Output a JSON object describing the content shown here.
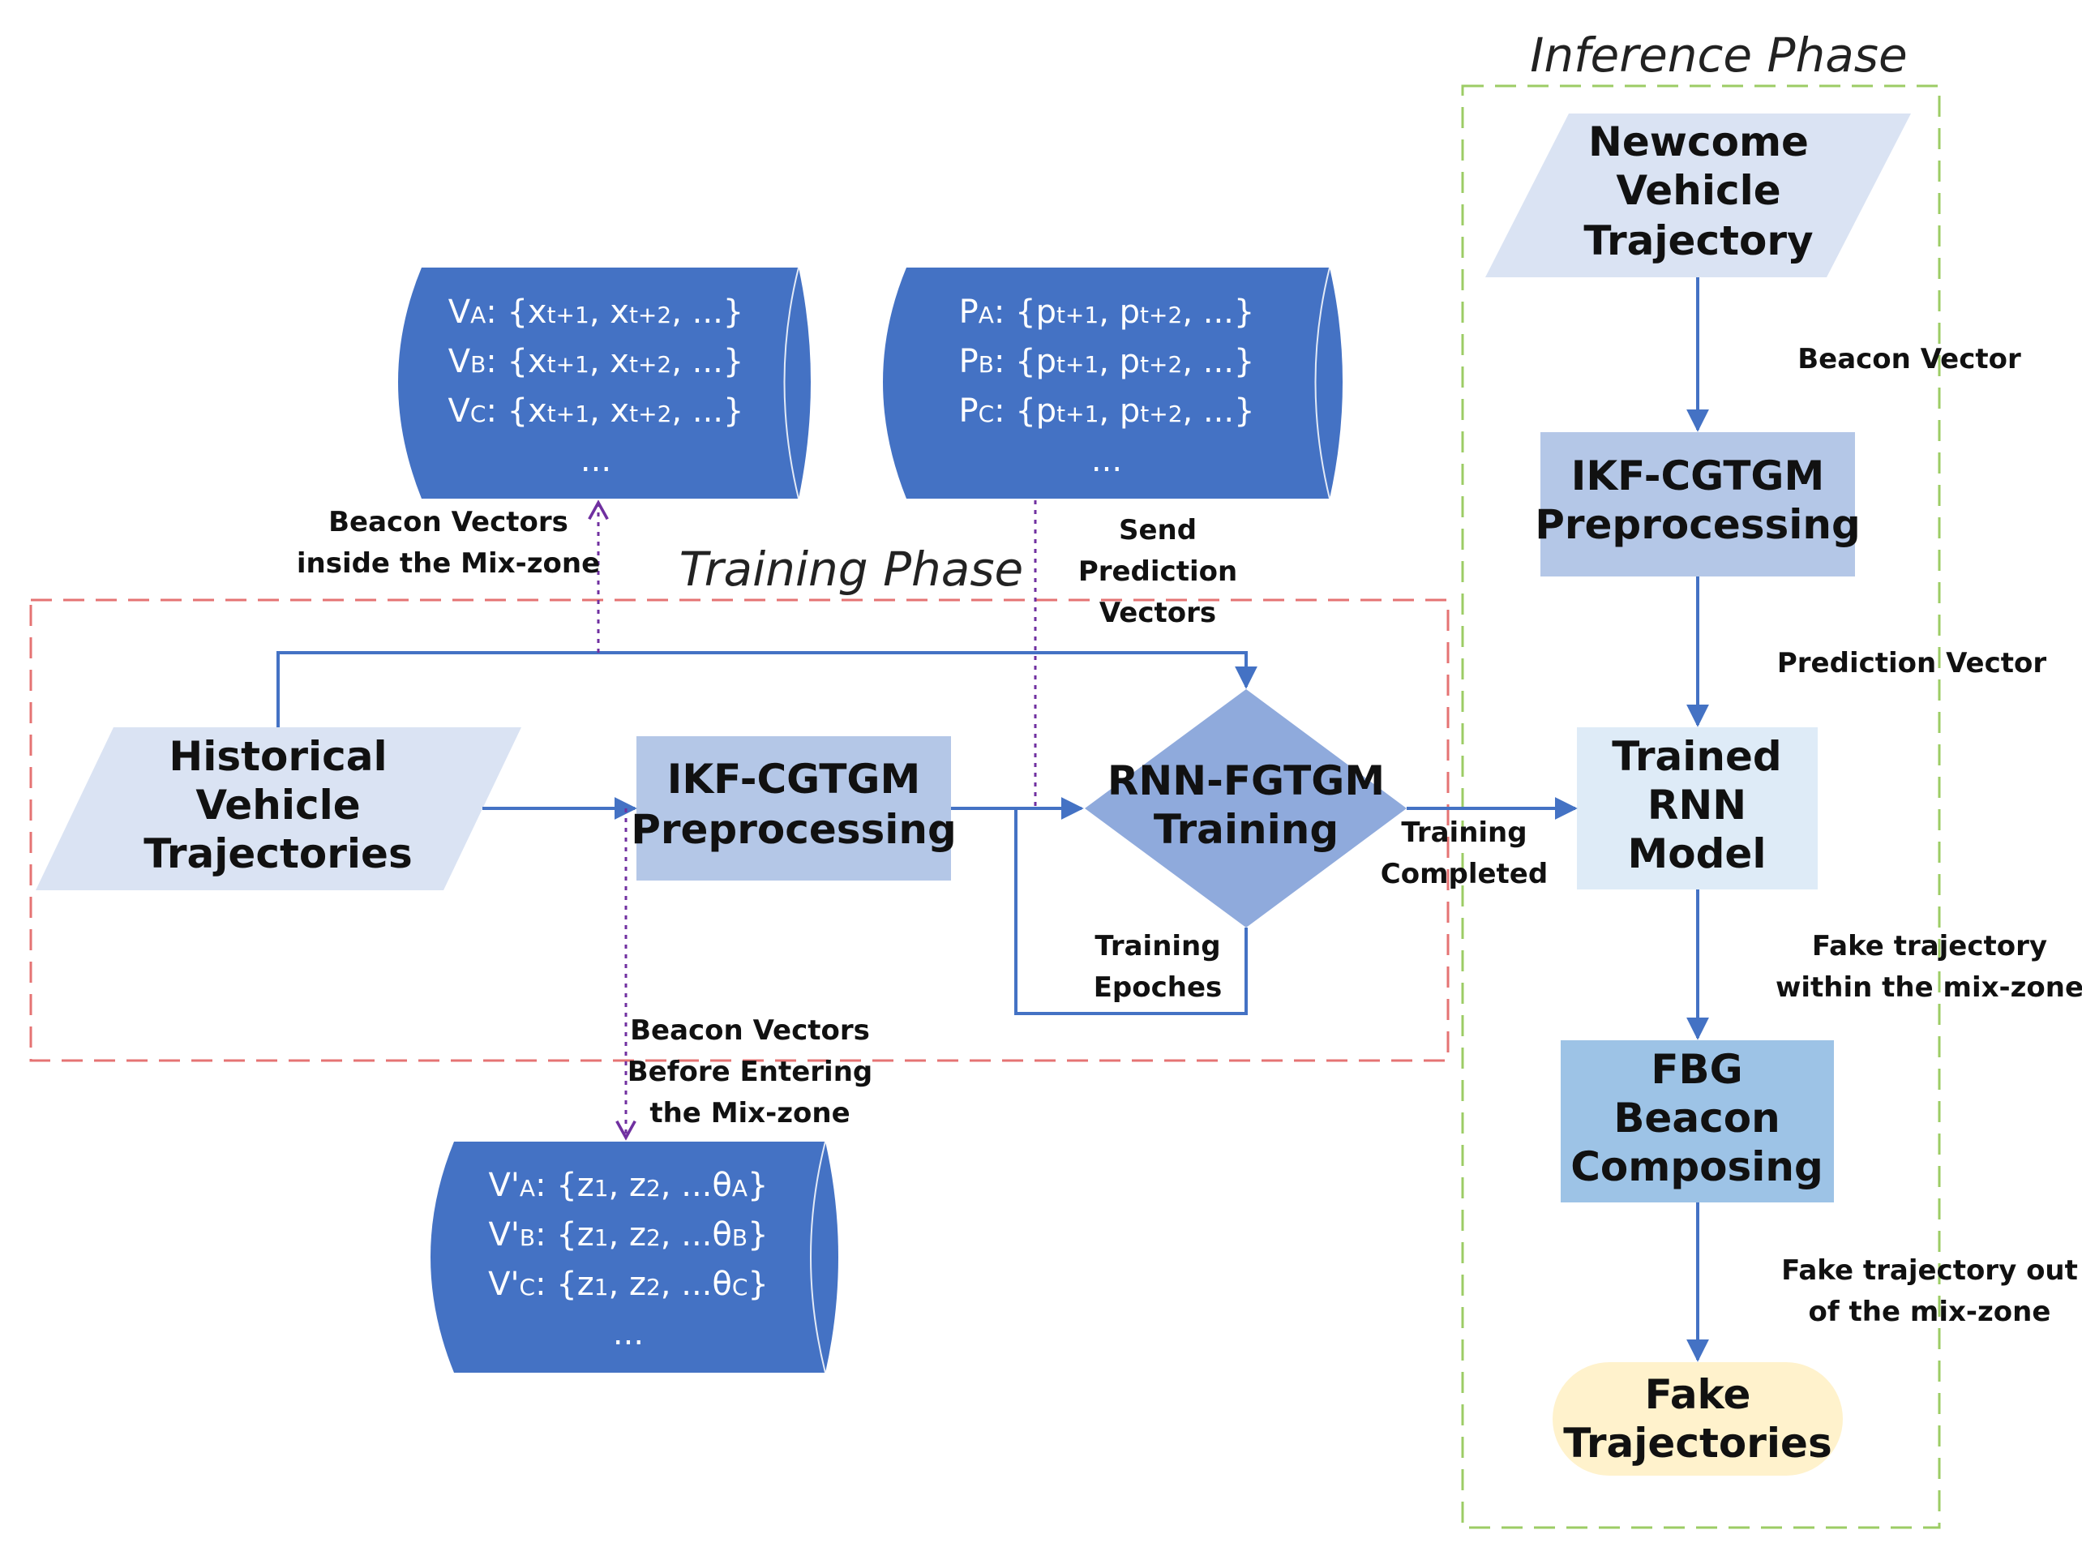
{
  "colors": {
    "primary_blue": "#4472c4",
    "light_shape": "#dae3f3",
    "preprocess_box": "#b4c7e7",
    "trained_box": "#deebf7",
    "fbg_box": "#9dc3e6",
    "diamond": "#8faadc",
    "fake_terminal": "#fff2cc",
    "training_border": "#e57373",
    "inference_border": "#9ccc65",
    "dotted_arrow": "#7030a0"
  },
  "phases": {
    "training": "Training Phase",
    "inference": "Inference Phase"
  },
  "stores": {
    "v_store": {
      "lines": [
        {
          "base": "V",
          "sub": "A",
          "text": ": {x",
          "s1": "t+1",
          "mid": ", x",
          "s2": "t+2",
          "tail": ", ...}"
        },
        {
          "base": "V",
          "sub": "B",
          "text": ": {x",
          "s1": "t+1",
          "mid": ", x",
          "s2": "t+2",
          "tail": ", ...}"
        },
        {
          "base": "V",
          "sub": "C",
          "text": ": {x",
          "s1": "t+1",
          "mid": ", x",
          "s2": "t+2",
          "tail": ", ...}"
        }
      ],
      "ellipsis": "..."
    },
    "p_store": {
      "lines": [
        {
          "base": "P",
          "sub": "A",
          "text": ": {p",
          "s1": "t+1",
          "mid": ", p",
          "s2": "t+2",
          "tail": ", ...}"
        },
        {
          "base": "P",
          "sub": "B",
          "text": ": {p",
          "s1": "t+1",
          "mid": ", p",
          "s2": "t+2",
          "tail": ", ...}"
        },
        {
          "base": "P",
          "sub": "C",
          "text": ": {p",
          "s1": "t+1",
          "mid": ", p",
          "s2": "t+2",
          "tail": ", ...}"
        }
      ],
      "ellipsis": "..."
    },
    "vprime_store": {
      "lines": [
        {
          "base": "V'",
          "sub": "A",
          "text": ": {z",
          "s1": "1",
          "mid": ", z",
          "s2": "2",
          "tail": ", ...θ",
          "s3": "A",
          "end": "}"
        },
        {
          "base": "V'",
          "sub": "B",
          "text": ": {z",
          "s1": "1",
          "mid": ", z",
          "s2": "2",
          "tail": ", ...θ",
          "s3": "B",
          "end": "}"
        },
        {
          "base": "V'",
          "sub": "C",
          "text": ": {z",
          "s1": "1",
          "mid": ", z",
          "s2": "2",
          "tail": ", ...θ",
          "s3": "C",
          "end": "}"
        }
      ],
      "ellipsis": "..."
    }
  },
  "nodes": {
    "historical": [
      "Historical",
      "Vehicle",
      "Trajectories"
    ],
    "ikf_training": [
      "IKF-CGTGM",
      "Preprocessing"
    ],
    "rnn_training": [
      "RNN-FGTGM",
      "Training"
    ],
    "newcome": [
      "Newcome",
      "Vehicle",
      "Trajectory"
    ],
    "ikf_inference": [
      "IKF-CGTGM",
      "Preprocessing"
    ],
    "trained_model": [
      "Trained",
      "RNN",
      "Model"
    ],
    "fbg": [
      "FBG",
      "Beacon",
      "Composing"
    ],
    "fake": [
      "Fake",
      "Trajectories"
    ]
  },
  "edge_labels": {
    "beacon_inside": [
      "Beacon Vectors",
      "inside the Mix-zone"
    ],
    "send_prediction": [
      "Send",
      "Prediction",
      "Vectors"
    ],
    "beacon_before": [
      "Beacon Vectors",
      "Before Entering",
      "the Mix-zone"
    ],
    "training_epoches": [
      "Training",
      "Epoches"
    ],
    "training_completed": [
      "Training",
      "Completed"
    ],
    "beacon_vector": "Beacon Vector",
    "prediction_vector": "Prediction Vector",
    "fake_within": [
      "Fake trajectory",
      "within the mix-zone"
    ],
    "fake_out": [
      "Fake trajectory out",
      "of the mix-zone"
    ]
  }
}
